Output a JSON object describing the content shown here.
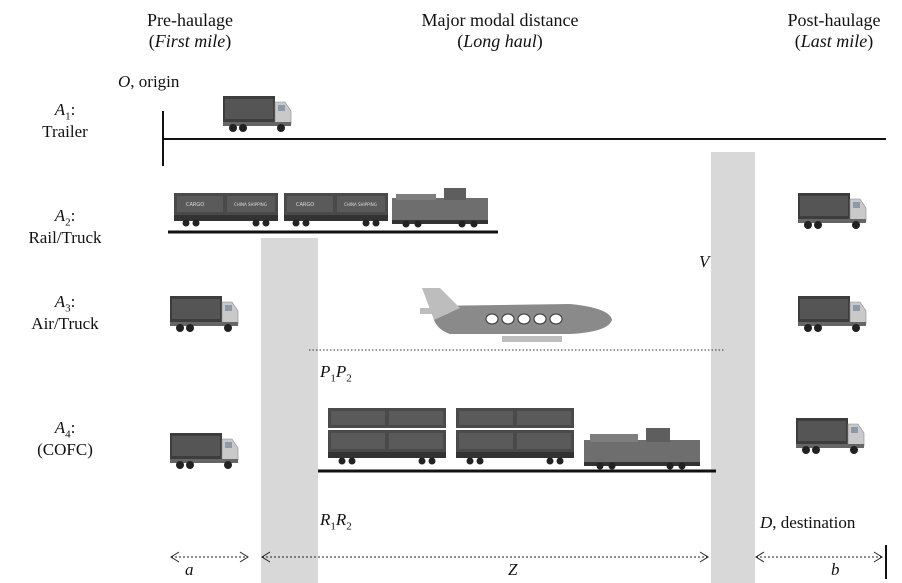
{
  "headers": {
    "pre": {
      "title": "Pre-haulage",
      "subtitle": "First mile"
    },
    "major": {
      "title": "Major modal distance",
      "subtitle": "Long haul"
    },
    "post": {
      "title": "Post-haulage",
      "subtitle": "Last mile"
    }
  },
  "origin": {
    "symbol": "O",
    "text": ", origin"
  },
  "destination": {
    "symbol": "D",
    "text": ", destination"
  },
  "alternatives": [
    {
      "sym": "A",
      "sub": "1",
      "name": "Trailer"
    },
    {
      "sym": "A",
      "sub": "2",
      "name": "Rail/Truck"
    },
    {
      "sym": "A",
      "sub": "3",
      "name": "Air/Truck"
    },
    {
      "sym": "A",
      "sub": "4",
      "name": "(COFC)"
    }
  ],
  "points": {
    "V": "V",
    "P": {
      "a": "P",
      "a_sub": "1",
      "b": "P",
      "b_sub": "2"
    },
    "R": {
      "a": "R",
      "a_sub": "1",
      "b": "R",
      "b_sub": "2"
    }
  },
  "segments": {
    "a": "a",
    "z": "Z",
    "b": "b"
  },
  "container_label": "CARGO",
  "colors": {
    "band": "#d8d8d8",
    "truck_cab": "#c9c9c9",
    "truck_box": "#3d3d3d",
    "rail_car": "#4a4a4a",
    "loco": "#6e6e6e",
    "plane": "#8a8a8a",
    "plane_tail": "#bdbdbd"
  },
  "icons": [
    "truck-icon",
    "train-icon",
    "airplane-icon",
    "double-stack-train-icon"
  ]
}
